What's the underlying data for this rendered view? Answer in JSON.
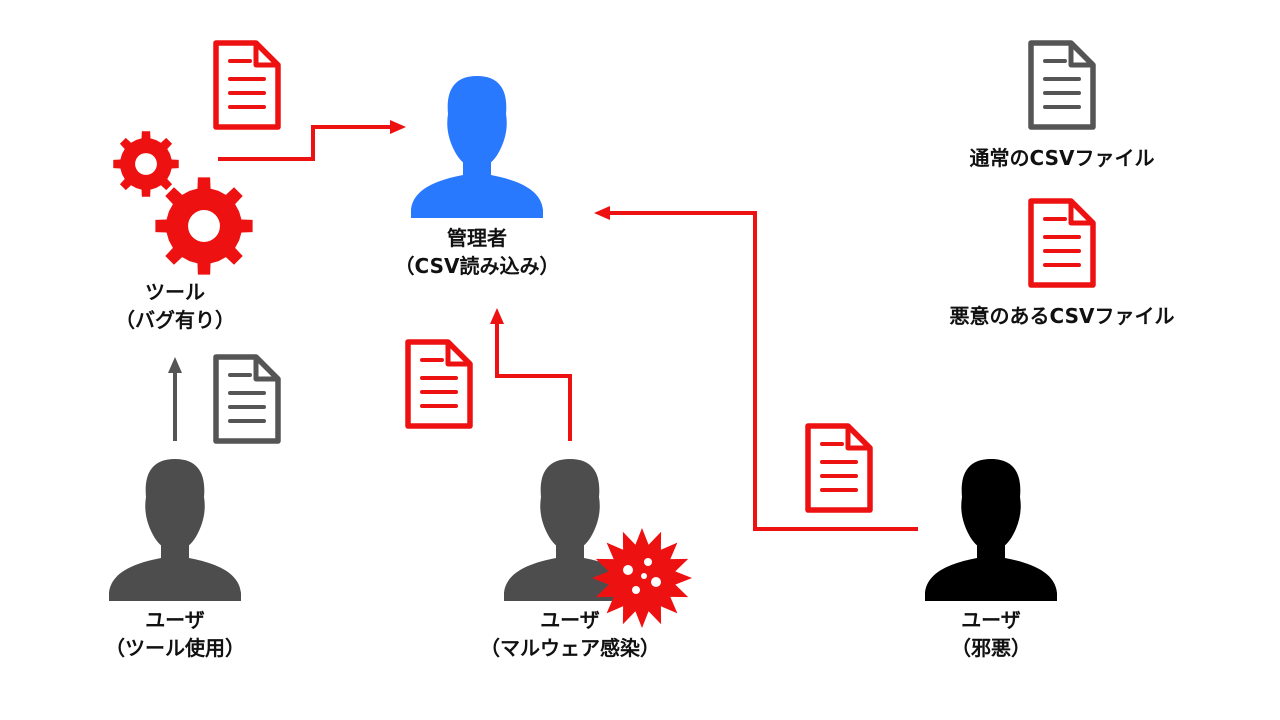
{
  "nodes": {
    "admin": {
      "line1": "管理者",
      "line2": "（CSV読み込み）"
    },
    "tool": {
      "line1": "ツール",
      "line2": "（バグ有り）"
    },
    "user_tool": {
      "line1": "ユーザ",
      "line2": "（ツール使用）"
    },
    "user_malware": {
      "line1": "ユーザ",
      "line2": "（マルウェア感染）"
    },
    "user_evil": {
      "line1": "ユーザ",
      "line2": "（邪悪）"
    }
  },
  "legend": {
    "normal_label": "通常のCSVファイル",
    "malicious_label": "悪意のあるCSVファイル"
  },
  "colors": {
    "red": "#ee1111",
    "admin_blue": "#2979ff",
    "user_gray": "#4d4d4d",
    "evil_black": "#000000",
    "file_gray": "#555555"
  },
  "icons": {
    "person": "person-icon",
    "document": "document-icon",
    "gear": "gear-icon",
    "virus": "virus-icon"
  }
}
